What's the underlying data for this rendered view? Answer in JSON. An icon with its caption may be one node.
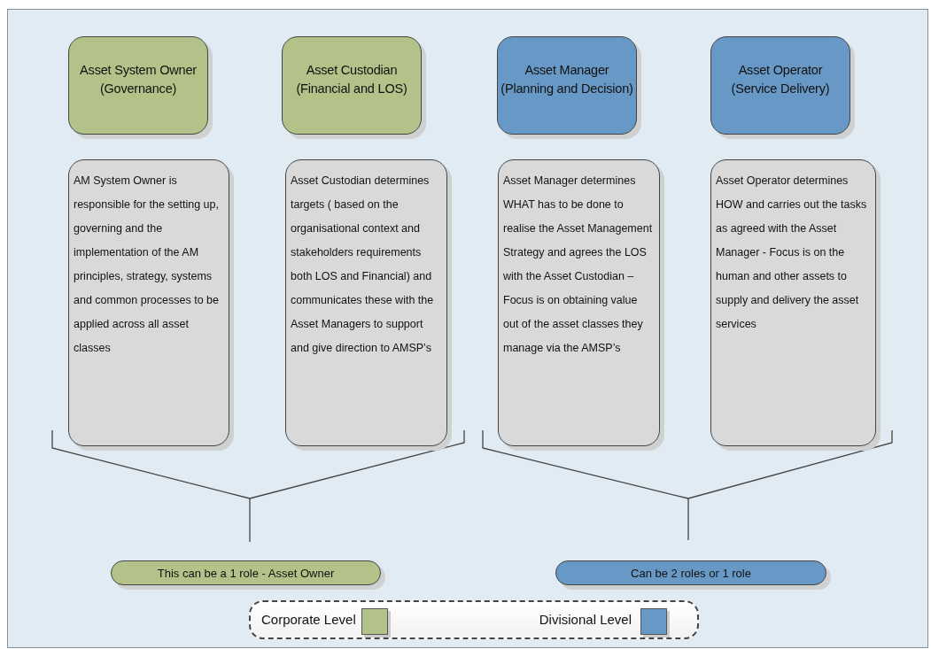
{
  "diagram": {
    "nodes": [
      {
        "text": [
          "Asset System Owner (Governance)"
        ]
      },
      {
        "text": [
          "Asset Custodian (Financial and LOS)"
        ]
      },
      {
        "text": [
          "Asset Manager (Planning and Decision)"
        ]
      },
      {
        "text": [
          "Asset Operator (Service Delivery)"
        ]
      },
      {
        "text": [
          "AM System Owner is responsible for the setting up, governing and the implementation of the AM principles, strategy, systems and common processes to be applied across all asset classes"
        ]
      },
      {
        "text": [
          "Asset Custodian determines targets ( based on the organisational context and stakeholders requirements both LOS and Financial) and communicates these with the Asset Managers to support and give direction to AMSP’s"
        ]
      },
      {
        "text": [
          "Asset Manager determines WHAT has to be done to realise the Asset Management Strategy and agrees the LOS with the Asset Custodian – Focus is on obtaining value out of the asset classes they manage via the AMSP’s"
        ]
      },
      {
        "text": [
          "Asset Operator determines HOW and carries out the tasks as agreed with the Asset Manager - Focus is on the human and other assets to supply and delivery the asset services"
        ]
      },
      {
        "text": [
          "This can be a 1 role - Asset Owner"
        ]
      },
      {
        "text": [
          "Can be 2 roles or 1 role"
        ]
      }
    ],
    "legend": [
      {
        "text": "Corporate Level",
        "color": "#b3c288"
      },
      {
        "text": "Divisional Level",
        "color": "#6899c6"
      }
    ]
  }
}
